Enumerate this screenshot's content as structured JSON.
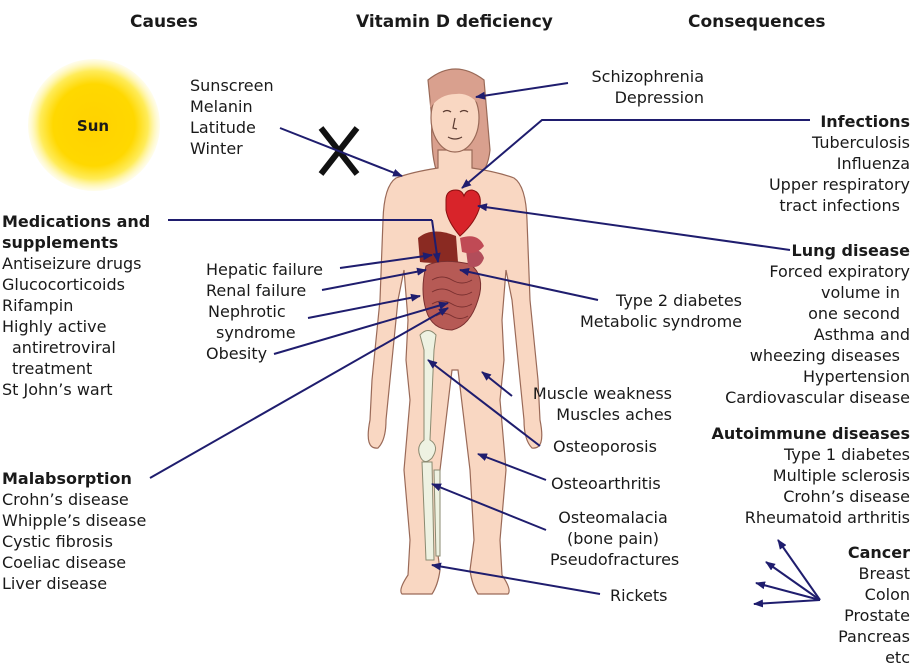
{
  "headers": {
    "causes": "Causes",
    "center": "Vitamin D deficiency",
    "consequences": "Consequences"
  },
  "sun_label": "Sun",
  "sun_blockers": [
    "Sunscreen",
    "Melanin",
    "Latitude",
    "Winter"
  ],
  "medications": {
    "title_line1": "Medications and",
    "title_line2": "supplements",
    "items": [
      "Antiseizure drugs",
      "Glucocorticoids",
      "Rifampin",
      "Highly active",
      "antiretroviral",
      "treatment",
      "St John’s wart"
    ]
  },
  "malabsorption": {
    "title": "Malabsorption",
    "items": [
      "Crohn’s disease",
      "Whipple’s disease",
      "Cystic fibrosis",
      "Coeliac disease",
      "Liver disease"
    ]
  },
  "organ_causes": [
    "Hepatic failure",
    "Renal failure",
    "Nephrotic",
    "syndrome",
    "Obesity"
  ],
  "psych": [
    "Schizophrenia",
    "Depression"
  ],
  "metabolic": [
    "Type 2 diabetes",
    "Metabolic syndrome"
  ],
  "muscle": [
    "Muscle weakness",
    "Muscles aches"
  ],
  "osteoporosis": "Osteoporosis",
  "osteoarthritis": "Osteoarthritis",
  "osteomalacia": [
    "Osteomalacia",
    "(bone pain)",
    "Pseudofractures"
  ],
  "rickets": "Rickets",
  "infections": {
    "title": "Infections",
    "items": [
      "Tuberculosis",
      "Influenza",
      "Upper respiratory",
      "tract infections"
    ]
  },
  "lung": {
    "title": "Lung disease",
    "items": [
      "Forced expiratory",
      "volume in",
      "one second",
      "Asthma and",
      "wheezing diseases",
      "Hypertension",
      "Cardiovascular disease"
    ]
  },
  "autoimmune": {
    "title": "Autoimmune diseases",
    "items": [
      "Type 1 diabetes",
      "Multiple sclerosis",
      "Crohn’s disease",
      "Rheumatoid arthritis"
    ]
  },
  "cancer": {
    "title": "Cancer",
    "items": [
      "Breast",
      "Colon",
      "Prostate",
      "Pancreas",
      "etc"
    ]
  },
  "colors": {
    "arrow": "#1f1d6e",
    "sun_core": "#ffd200",
    "sun_glow": "#fff59a",
    "skin": "#f9d7c2",
    "skin_outline": "#9a6a58",
    "hair": "#d9a08e",
    "heart": "#d8242a",
    "liver": "#8a2a22",
    "intestine": "#b65a55",
    "bone": "#eef2e2"
  }
}
